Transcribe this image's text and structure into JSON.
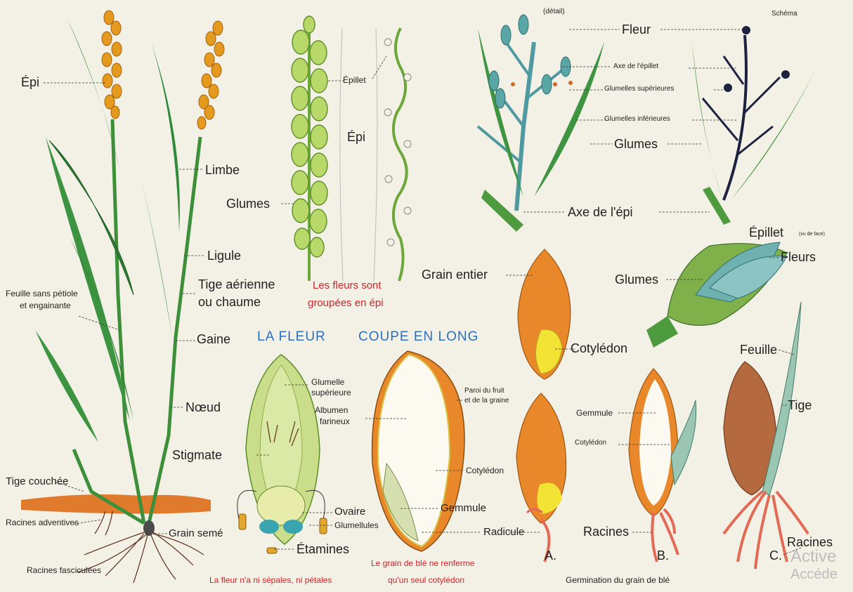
{
  "headings": {
    "la_fleur": "LA FLEUR",
    "coupe_en_long": "COUPE EN LONG"
  },
  "labels": {
    "epi": "Épi",
    "limbe": "Limbe",
    "ligule": "Ligule",
    "tige_aerienne_1": "Tige aérienne",
    "tige_aerienne_2": "ou chaume",
    "feuille_sans_petiole_1": "Feuille sans pétiole",
    "feuille_sans_petiole_2": "et engainante",
    "gaine": "Gaine",
    "noeud": "Nœud",
    "tige_couchee": "Tige couchée",
    "racines_adventives": "Racines adventives",
    "grain_seme": "Grain semé",
    "racines_fasciculees": "Racines fasciculées",
    "epillet": "Épillet",
    "epi_mid": "Épi",
    "glumes_spike": "Glumes",
    "detail": "(détail)",
    "schema": "Schéma",
    "fleur": "Fleur",
    "axe_epillet": "Axe de l'épillet",
    "glumelles_sup": "Glumelles supérieures",
    "glumelles_inf": "Glumelles inférieures",
    "glumes_detail": "Glumes",
    "axe_epi": "Axe de l'épi",
    "epillet_face": "Épillet",
    "vu_de_face": "(vu de face)",
    "fleurs": "Fleurs",
    "glumes_face": "Glumes",
    "grain_entier": "Grain entier",
    "cotyledon_whole": "Cotylédon",
    "glumelle_sup_1": "Glumelle",
    "glumelle_sup_2": "supérieure",
    "albumen_1": "Albumen",
    "albumen_2": "farineux",
    "stigmate": "Stigmate",
    "ovaire": "Ovaire",
    "glumellules": "Glumellules",
    "etamines": "Étamines",
    "paroi_1": "Paroi du fruit",
    "paroi_2": "et de la graine",
    "cotyledon_section": "Cotylédon",
    "gemmule_section": "Gemmule",
    "radicule": "Radicule",
    "gemmule_b": "Gemmule",
    "cotyledon_b": "Cotylédon",
    "racines_b": "Racines",
    "feuille_c": "Feuille",
    "tige_c": "Tige",
    "racines_c": "Racines",
    "letter_a": "A.",
    "letter_b": "B.",
    "letter_c": "C."
  },
  "captions": {
    "fleurs_groupees_1": "Les fleurs sont",
    "fleurs_groupees_2": "groupées en épi",
    "ni_sepales": "La fleur n'a ni sépales, ni pétales",
    "grain_ble_1": "Le grain de blé ne renferme",
    "grain_ble_2": "qu'un seul cotylédon",
    "germination": "Germination du grain de blé"
  },
  "watermark": {
    "line1": "Active",
    "line2": "Accéde"
  },
  "colors": {
    "background": "#f3f0e6",
    "leaf_green": "#2f8a3c",
    "spike_gold": "#e39a1f",
    "caption_red": "#d2232a",
    "heading_blue": "#2a6fc0",
    "grain_orange": "#e8882a",
    "detail_teal": "#5aa6a6"
  }
}
